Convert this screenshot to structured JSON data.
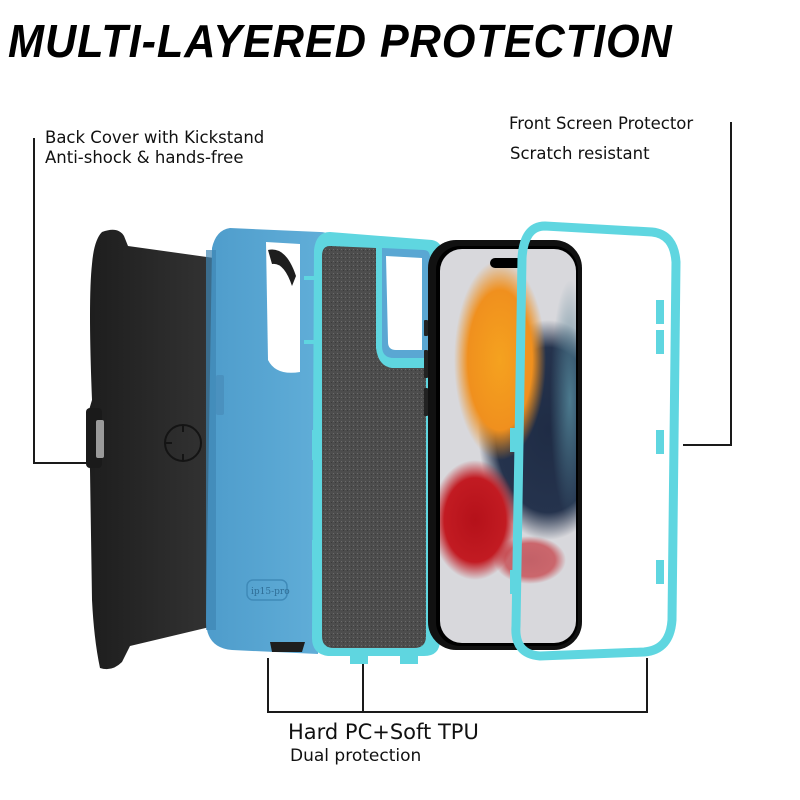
{
  "headline": "MULTI-LAYERED PROTECTION",
  "callouts": {
    "back_cover": {
      "title": "Back Cover with Kickstand",
      "subtitle": "Anti-shock & hands-free"
    },
    "front_screen": {
      "title": "Front Screen Protector",
      "subtitle": "Scratch resistant"
    },
    "middle_layers": {
      "title": "Hard PC+Soft TPU",
      "subtitle": "Dual protection"
    }
  },
  "product": {
    "case_model_mark": "ip15-pro",
    "layers": [
      "holster-kickstand",
      "hard-pc-shell",
      "soft-tpu-inner",
      "phone",
      "front-frame"
    ]
  },
  "colors": {
    "holster": "#2a2a2a",
    "shell_blue": "#5aa7d3",
    "tpu_teal": "#5fd6e0",
    "foam_gray": "#4f4f4f",
    "text": "#111111"
  }
}
